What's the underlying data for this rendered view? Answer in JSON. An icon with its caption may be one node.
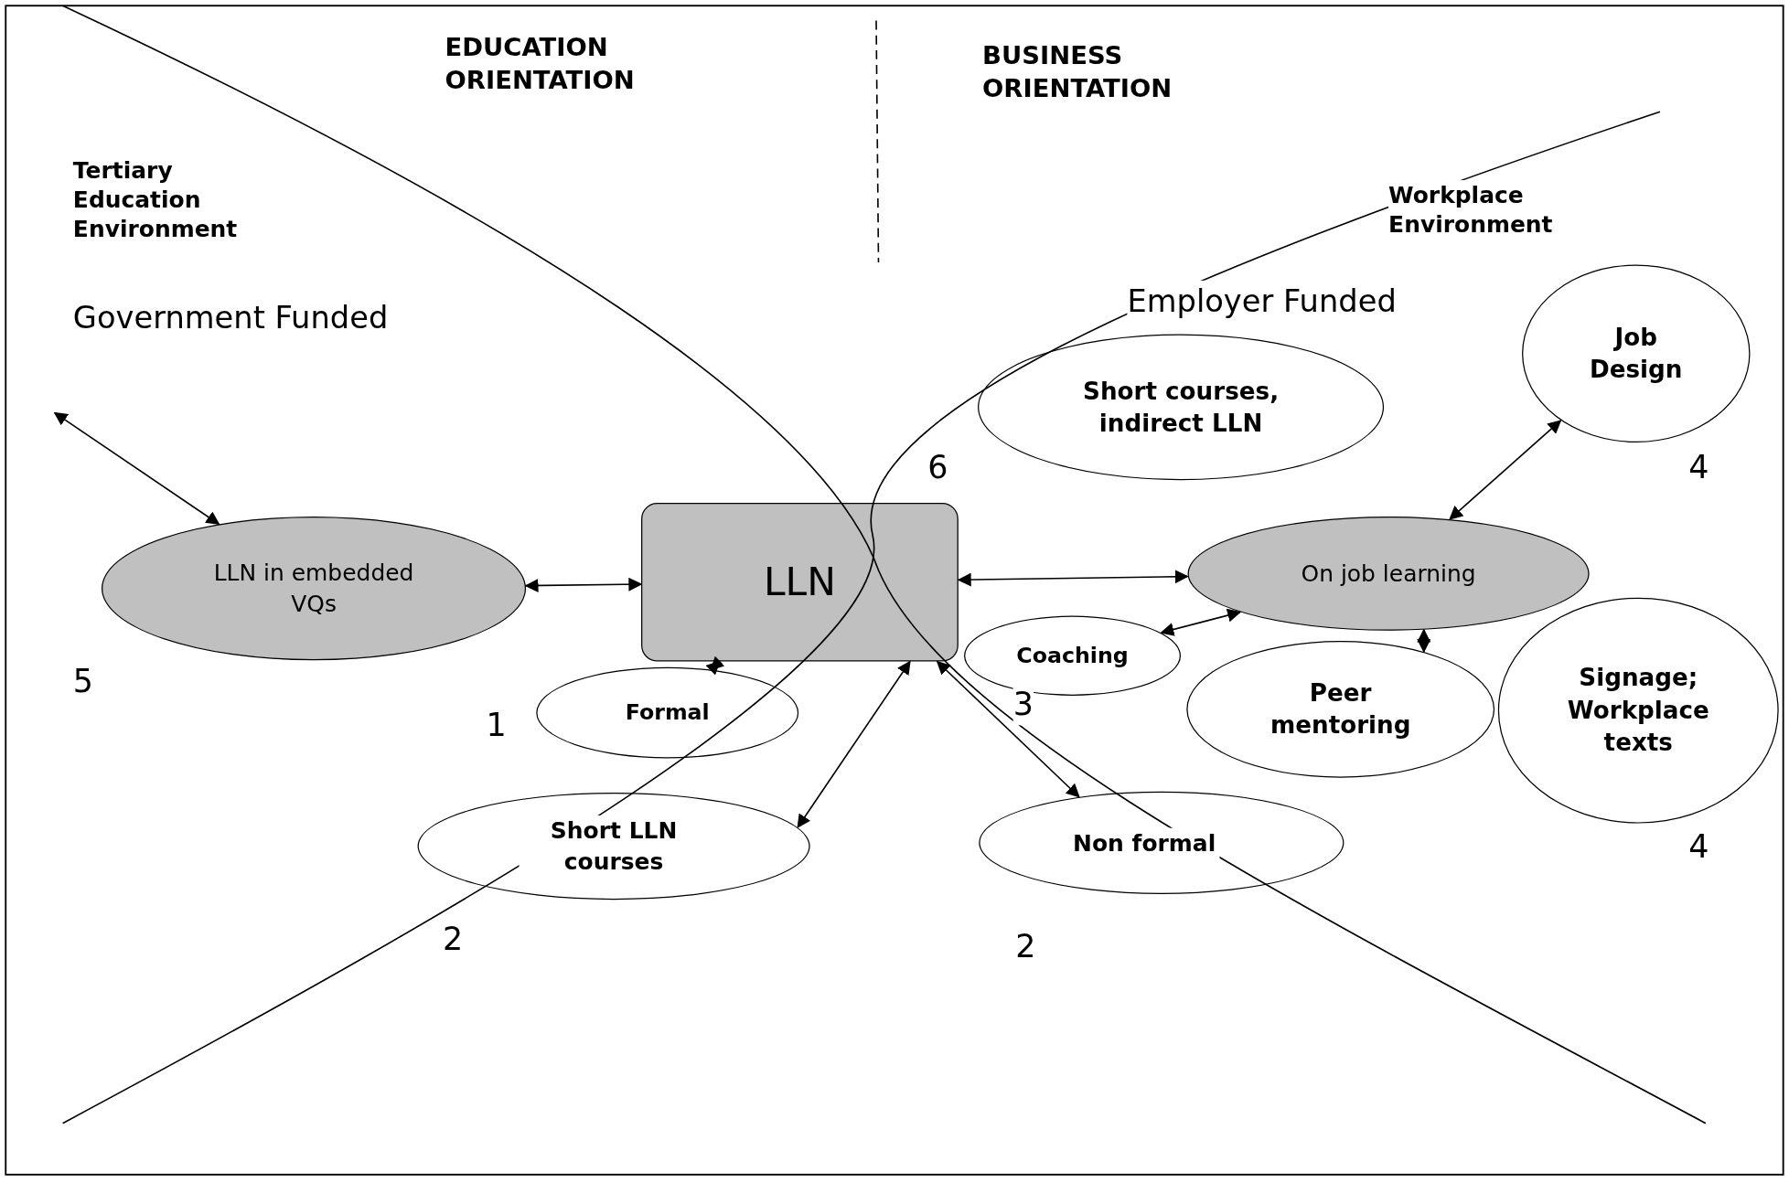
{
  "diagram": {
    "nodes": [
      {
        "text": [
          "LLN"
        ]
      },
      {
        "text": [
          "LLN in embedded VQs"
        ]
      },
      {
        "text": [
          "Formal"
        ]
      },
      {
        "text": [
          "Short LLN courses"
        ]
      },
      {
        "text": [
          "Coaching"
        ]
      },
      {
        "text": [
          "Non formal"
        ]
      },
      {
        "text": [
          "On job learning"
        ]
      },
      {
        "text": [
          "Short courses, indirect LLN"
        ]
      },
      {
        "text": [
          "Job Design"
        ]
      },
      {
        "text": [
          "Peer mentoring"
        ]
      },
      {
        "text": [
          "Signage; Workplace texts"
        ]
      }
    ],
    "edges": [
      {
        "from": null,
        "to": 1,
        "arrow": "both"
      },
      {
        "from": 1,
        "to": 0,
        "arrow": "both"
      },
      {
        "from": 0,
        "to": 6,
        "arrow": "both"
      },
      {
        "from": 6,
        "to": 8,
        "arrow": "both"
      },
      {
        "from": 6,
        "to": 4,
        "arrow": "both"
      },
      {
        "from": 6,
        "to": 9,
        "arrow": "both"
      },
      {
        "from": 0,
        "to": 2,
        "arrow": "both"
      },
      {
        "from": 0,
        "to": 3,
        "arrow": "both"
      },
      {
        "from": 0,
        "to": 5,
        "arrow": "both"
      }
    ],
    "labels": [
      "EDUCATION ORIENTATION",
      "BUSINESS ORIENTATION",
      "Tertiary Education Environment",
      "Workplace Environment",
      "Employer Funded",
      "Government Funded",
      "6",
      "4",
      "5",
      "1",
      "3",
      "4",
      "2",
      "2"
    ]
  }
}
